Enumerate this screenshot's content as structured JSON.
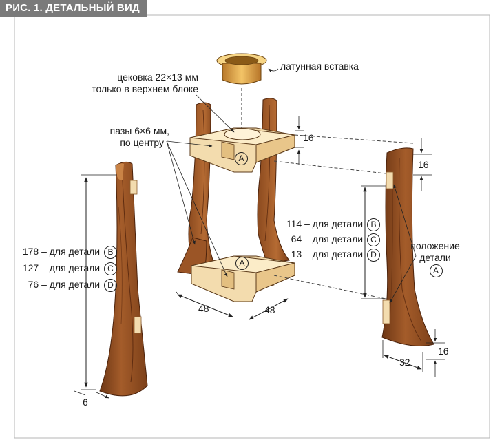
{
  "figure": {
    "title": "РИС. 1. ДЕТАЛЬНЫЙ ВИД"
  },
  "labels": {
    "brass_insert": "латунная вставка",
    "counterbore_line1": "цековка 22×13 мм",
    "counterbore_line2": "только в верхнем блоке",
    "grooves_line1": "пазы 6×6 мм,",
    "grooves_line2": "по центру",
    "position_line1": "положение",
    "position_line2": "детали"
  },
  "part_markers": {
    "top_block": "A",
    "bottom_block": "A",
    "position": "A"
  },
  "left_dims": [
    {
      "text": "178 – для детали",
      "part": "B"
    },
    {
      "text": "127 – для детали",
      "part": "C"
    },
    {
      "text": "76 – для детали",
      "part": "D"
    }
  ],
  "center_dims": [
    {
      "text": "114 – для детали",
      "part": "B"
    },
    {
      "text": "64 – для детали",
      "part": "C"
    },
    {
      "text": "13 – для детали",
      "part": "D"
    }
  ],
  "dims": {
    "block_thickness": "16",
    "right_slot_top": "16",
    "right_bottom": "16",
    "block_width_left": "48",
    "block_width_right": "48",
    "leg_thickness": "6",
    "leg_width": "32"
  },
  "colors": {
    "wood_dark": "#8a4a22",
    "wood_mid": "#a8612c",
    "wood_light": "#c78648",
    "block_light": "#f5dfb0",
    "block_mid": "#e9c88a",
    "brass": "#e0a640"
  }
}
